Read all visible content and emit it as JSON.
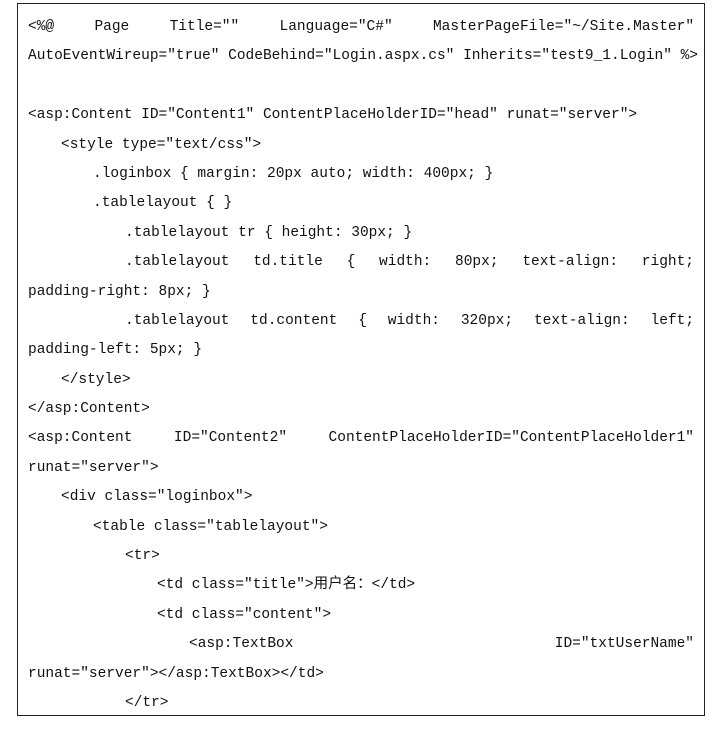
{
  "code": {
    "lines": [
      {
        "text": "<%@ Page Title=\"\" Language=\"C#\" MasterPageFile=\"~/Site.Master\"",
        "indent": 0,
        "justify": true
      },
      {
        "text": "AutoEventWireup=\"true\" CodeBehind=\"Login.aspx.cs\" Inherits=\"test9_1.Login\" %>",
        "indent": 0,
        "justify": false
      },
      {
        "text": "",
        "indent": 0,
        "justify": false
      },
      {
        "text": "<asp:Content ID=\"Content1\" ContentPlaceHolderID=\"head\" runat=\"server\">",
        "indent": 0,
        "justify": false
      },
      {
        "text": "<style type=\"text/css\">",
        "indent": 1,
        "justify": false
      },
      {
        "text": ".loginbox { margin: 20px auto; width: 400px; }",
        "indent": 2,
        "justify": false
      },
      {
        "text": ".tablelayout { }",
        "indent": 2,
        "justify": false
      },
      {
        "text": ".tablelayout tr { height: 30px; }",
        "indent": 3,
        "justify": false
      },
      {
        "text": ".tablelayout td.title { width: 80px; text-align: right;",
        "indent": 3,
        "justify": true
      },
      {
        "text": "padding-right: 8px; }",
        "indent": 0,
        "justify": false
      },
      {
        "text": ".tablelayout td.content { width: 320px; text-align: left;",
        "indent": 3,
        "justify": true
      },
      {
        "text": "padding-left: 5px; }",
        "indent": 0,
        "justify": false
      },
      {
        "text": "</style>",
        "indent": 1,
        "justify": false
      },
      {
        "text": "</asp:Content>",
        "indent": 0,
        "justify": false
      },
      {
        "text": "<asp:Content ID=\"Content2\" ContentPlaceHolderID=\"ContentPlaceHolder1\"",
        "indent": 0,
        "justify": true
      },
      {
        "text": "runat=\"server\">",
        "indent": 0,
        "justify": false
      },
      {
        "text": "<div class=\"loginbox\">",
        "indent": 1,
        "justify": false
      },
      {
        "text": "<table class=\"tablelayout\">",
        "indent": 2,
        "justify": false
      },
      {
        "text": "<tr>",
        "indent": 3,
        "justify": false
      },
      {
        "text": "<td class=\"title\">用户名：</td>",
        "indent": 4,
        "justify": false
      },
      {
        "text": "<td class=\"content\">",
        "indent": 4,
        "justify": false
      },
      {
        "text": "<asp:TextBox ID=\"txtUserName\"",
        "indent": 5,
        "justify": true
      },
      {
        "text": "runat=\"server\"></asp:TextBox></td>",
        "indent": 0,
        "justify": false
      },
      {
        "text": "</tr>",
        "indent": 3,
        "justify": false
      }
    ]
  }
}
